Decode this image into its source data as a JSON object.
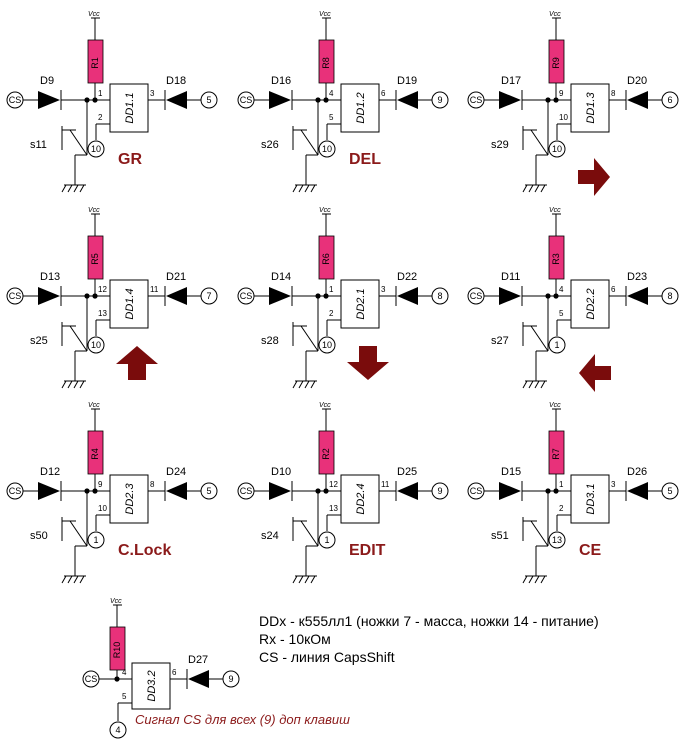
{
  "colors": {
    "resistor": "#e8317a",
    "label": "#8b1a1a",
    "arrow": "#7a0c0c"
  },
  "units": [
    {
      "id": "u1",
      "resistor": "R1",
      "diode_left": "D9",
      "diode_right": "D18",
      "chip": "DD1.1",
      "pin_in": "1",
      "pin_out": "3",
      "pin_bot": "2",
      "term_right": "5",
      "term_bottom": "10",
      "switch": "s11",
      "label": "GR"
    },
    {
      "id": "u2",
      "resistor": "R8",
      "diode_left": "D16",
      "diode_right": "D19",
      "chip": "DD1.2",
      "pin_in": "4",
      "pin_out": "6",
      "pin_bot": "5",
      "term_right": "9",
      "term_bottom": "10",
      "switch": "s26",
      "label": "DEL"
    },
    {
      "id": "u3",
      "resistor": "R9",
      "diode_left": "D17",
      "diode_right": "D20",
      "chip": "DD1.3",
      "pin_in": "9",
      "pin_out": "8",
      "pin_bot": "10",
      "term_right": "6",
      "term_bottom": "10",
      "switch": "s29",
      "label": "",
      "arrow": "right-arrow"
    },
    {
      "id": "u4",
      "resistor": "R5",
      "diode_left": "D13",
      "diode_right": "D21",
      "chip": "DD1.4",
      "pin_in": "12",
      "pin_out": "11",
      "pin_bot": "13",
      "term_right": "7",
      "term_bottom": "10",
      "switch": "s25",
      "label": "",
      "arrow": "up-arrow"
    },
    {
      "id": "u5",
      "resistor": "R6",
      "diode_left": "D14",
      "diode_right": "D22",
      "chip": "DD2.1",
      "pin_in": "1",
      "pin_out": "3",
      "pin_bot": "2",
      "term_right": "8",
      "term_bottom": "10",
      "switch": "s28",
      "label": "",
      "arrow": "down-arrow"
    },
    {
      "id": "u6",
      "resistor": "R3",
      "diode_left": "D11",
      "diode_right": "D23",
      "chip": "DD2.2",
      "pin_in": "4",
      "pin_out": "6",
      "pin_bot": "5",
      "term_right": "8",
      "term_bottom": "1",
      "switch": "s27",
      "label": "",
      "arrow": "left-arrow"
    },
    {
      "id": "u7",
      "resistor": "R4",
      "diode_left": "D12",
      "diode_right": "D24",
      "chip": "DD2.3",
      "pin_in": "9",
      "pin_out": "8",
      "pin_bot": "10",
      "term_right": "5",
      "term_bottom": "1",
      "switch": "s50",
      "label": "C.Lock"
    },
    {
      "id": "u8",
      "resistor": "R2",
      "diode_left": "D10",
      "diode_right": "D25",
      "chip": "DD2.4",
      "pin_in": "12",
      "pin_out": "11",
      "pin_bot": "13",
      "term_right": "9",
      "term_bottom": "1",
      "switch": "s24",
      "label": "EDIT"
    },
    {
      "id": "u9",
      "resistor": "R7",
      "diode_left": "D15",
      "diode_right": "D26",
      "chip": "DD3.1",
      "pin_in": "1",
      "pin_out": "3",
      "pin_bot": "2",
      "term_right": "5",
      "term_bottom": "13",
      "switch": "s51",
      "label": "CE"
    }
  ],
  "special": {
    "resistor": "R10",
    "diode_right": "D27",
    "chip": "DD3.2",
    "pin_in": "4",
    "pin_out": "6",
    "pin_bot": "5",
    "term_right": "9",
    "term_bottom": "4",
    "cs": "CS",
    "vcc": "Vcc"
  },
  "common": {
    "cs": "CS",
    "vcc": "Vcc"
  },
  "notes": [
    "DDx - к555лл1 (ножки 7 - масса, ножки 14 - питание)",
    "Rx - 10кОм",
    "CS - линия CapsShift"
  ],
  "signal_note": "Сигнал CS для всех (9) доп клавиш"
}
